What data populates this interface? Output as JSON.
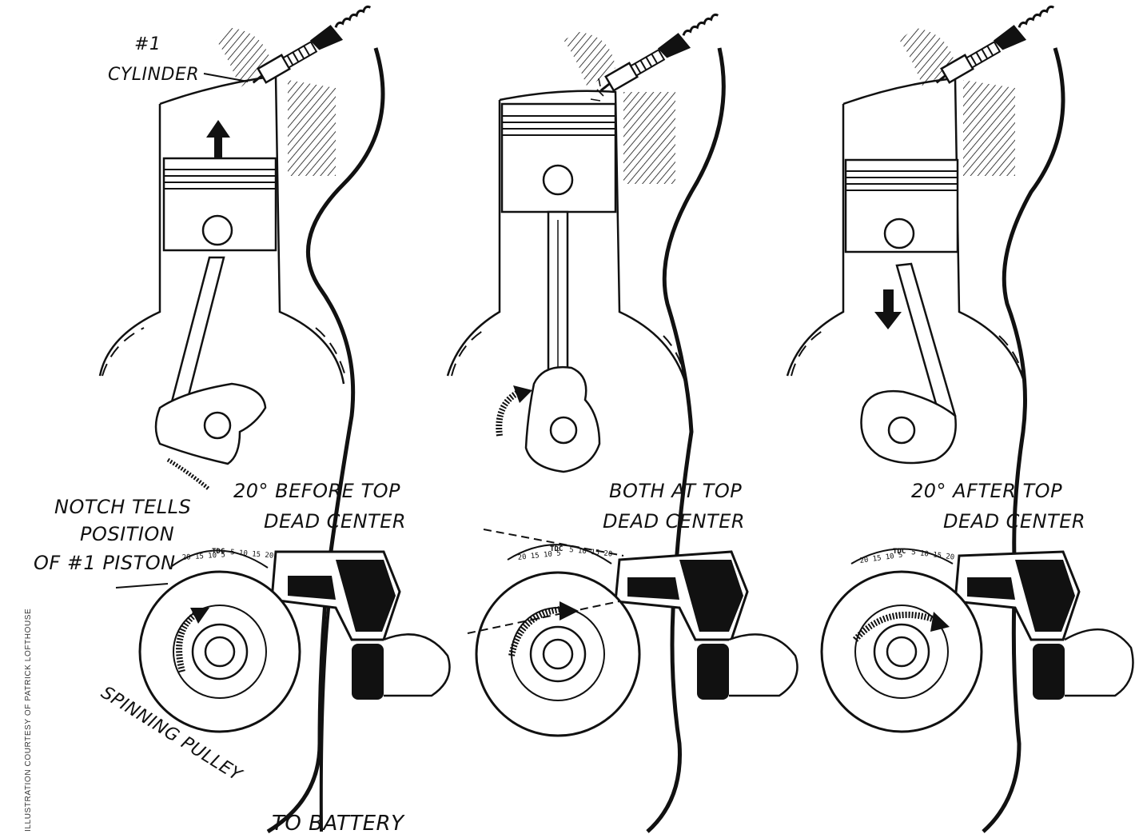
{
  "labels": {
    "cylinder_number": "#1",
    "cylinder_word": "CYLINDER",
    "notch_line1": "NOTCH TELLS",
    "notch_line2": "POSITION",
    "notch_line3": "OF #1 PISTON",
    "pulley": "SPINNING PULLEY",
    "battery": "TO BATTERY",
    "credit": "ILLUSTRATION COURTESY OF PATRICK LOFTHOUSE"
  },
  "panels": [
    {
      "caption_line1": "20° BEFORE TOP",
      "caption_line2": "DEAD CENTER",
      "scale_left": "20 15 10 5",
      "scale_tdc": "TDC",
      "scale_right": "5 10 15 20"
    },
    {
      "caption_line1": "BOTH AT TOP",
      "caption_line2": "DEAD CENTER",
      "scale_left": "20 15 10 5",
      "scale_tdc": "TDC",
      "scale_right": "5 10 15 20"
    },
    {
      "caption_line1": "20° AFTER TOP",
      "caption_line2": "DEAD CENTER",
      "scale_left": "20 15 10 5",
      "scale_tdc": "TDC",
      "scale_right": "5 10 15 20"
    }
  ],
  "colors": {
    "ink": "#111111",
    "paper": "#ffffff"
  }
}
